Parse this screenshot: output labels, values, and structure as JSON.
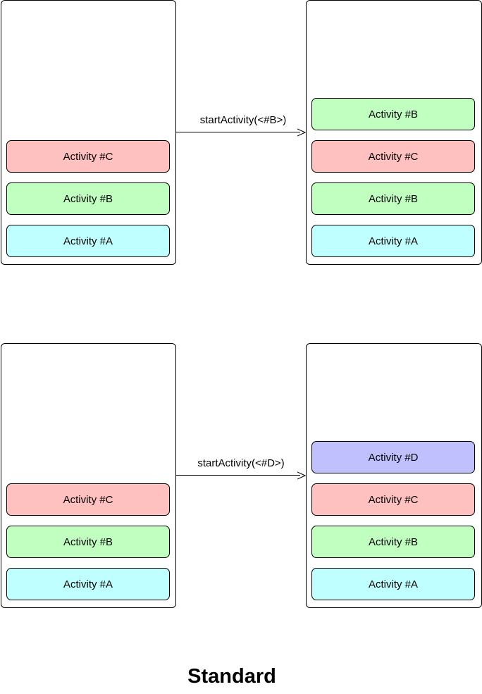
{
  "colors": {
    "activity_a": "#c0ffff",
    "activity_b": "#c0ffc0",
    "activity_c": "#ffc0c0",
    "activity_d": "#c0c0ff"
  },
  "scenario1": {
    "before": [
      "Activity #C",
      "Activity #B",
      "Activity #A"
    ],
    "call": "startActivity(<#B>)",
    "after": [
      "Activity #B",
      "Activity #C",
      "Activity #B",
      "Activity #A"
    ]
  },
  "scenario2": {
    "before": [
      "Activity #C",
      "Activity #B",
      "Activity #A"
    ],
    "call": "startActivity(<#D>)",
    "after": [
      "Activity #D",
      "Activity #C",
      "Activity #B",
      "Activity #A"
    ]
  },
  "caption": "Standard"
}
